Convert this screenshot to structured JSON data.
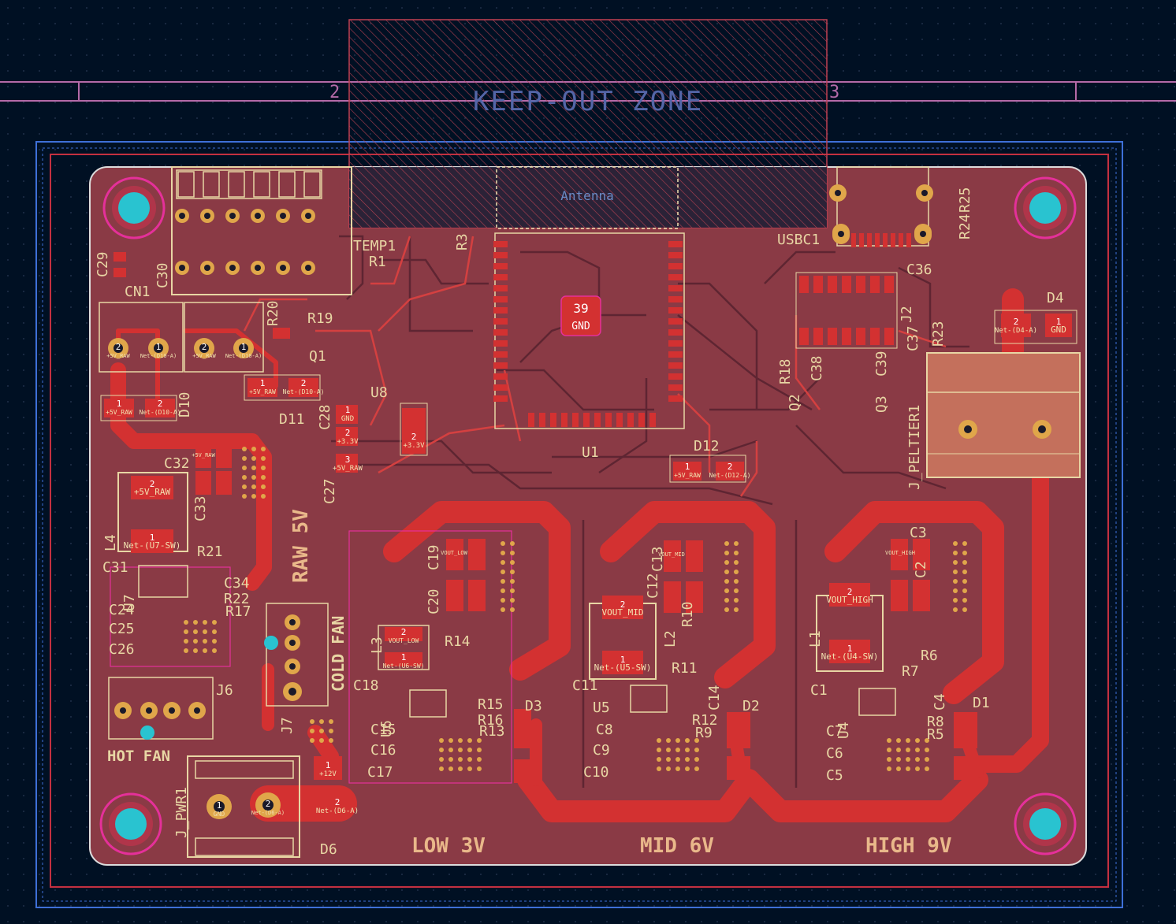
{
  "sheet": {
    "col_left": "2",
    "col_right": "3"
  },
  "keepout": {
    "label": "KEEP-OUT ZONE"
  },
  "antenna": {
    "label": "Antenna"
  },
  "esp_pad": {
    "num": "39",
    "net": "GND"
  },
  "colors": {
    "background": "#001023",
    "board_fill": "#8a3a45",
    "copper": "#cc3234",
    "silk": "#e8d6a4",
    "courtyard": "#e5309a",
    "edge": "#dcdcdc",
    "mounting_hole": "#29c3d0"
  },
  "refdes": [
    {
      "id": "TEMP1",
      "text": "TEMP1"
    },
    {
      "id": "R1",
      "text": "R1"
    },
    {
      "id": "R3",
      "text": "R3"
    },
    {
      "id": "CN1",
      "text": "CN1"
    },
    {
      "id": "C29",
      "text": "C29"
    },
    {
      "id": "C30",
      "text": "C30"
    },
    {
      "id": "R20",
      "text": "R20"
    },
    {
      "id": "R19",
      "text": "R19"
    },
    {
      "id": "Q1",
      "text": "Q1"
    },
    {
      "id": "D10",
      "text": "D10"
    },
    {
      "id": "D11",
      "text": "D11"
    },
    {
      "id": "C28",
      "text": "C28"
    },
    {
      "id": "U8",
      "text": "U8"
    },
    {
      "id": "C27",
      "text": "C27"
    },
    {
      "id": "U1",
      "text": "U1"
    },
    {
      "id": "D12",
      "text": "D12"
    },
    {
      "id": "USBC1",
      "text": "USBC1"
    },
    {
      "id": "R25",
      "text": "R25"
    },
    {
      "id": "R24",
      "text": "R24"
    },
    {
      "id": "C36",
      "text": "C36"
    },
    {
      "id": "J2",
      "text": "J2"
    },
    {
      "id": "C37",
      "text": "C37"
    },
    {
      "id": "R23",
      "text": "R23"
    },
    {
      "id": "D4",
      "text": "D4"
    },
    {
      "id": "R18",
      "text": "R18"
    },
    {
      "id": "C38",
      "text": "C38"
    },
    {
      "id": "C39",
      "text": "C39"
    },
    {
      "id": "Q2",
      "text": "Q2"
    },
    {
      "id": "Q3",
      "text": "Q3"
    },
    {
      "id": "J_PELTIER1",
      "text": "J_PELTIER1"
    },
    {
      "id": "C32",
      "text": "C32"
    },
    {
      "id": "C33",
      "text": "C33"
    },
    {
      "id": "L4",
      "text": "L4"
    },
    {
      "id": "R21",
      "text": "R21"
    },
    {
      "id": "C31",
      "text": "C31"
    },
    {
      "id": "U7",
      "text": "U7"
    },
    {
      "id": "C34",
      "text": "C34"
    },
    {
      "id": "R22",
      "text": "R22"
    },
    {
      "id": "R17",
      "text": "R17"
    },
    {
      "id": "C24",
      "text": "C24"
    },
    {
      "id": "C25",
      "text": "C25"
    },
    {
      "id": "C26",
      "text": "C26"
    },
    {
      "id": "J6",
      "text": "J6"
    },
    {
      "id": "J7",
      "text": "J7"
    },
    {
      "id": "C19",
      "text": "C19"
    },
    {
      "id": "C20",
      "text": "C20"
    },
    {
      "id": "L3",
      "text": "L3"
    },
    {
      "id": "R14",
      "text": "R14"
    },
    {
      "id": "C18",
      "text": "C18"
    },
    {
      "id": "U6",
      "text": "U6"
    },
    {
      "id": "C15",
      "text": "C15"
    },
    {
      "id": "C16",
      "text": "C16"
    },
    {
      "id": "C17",
      "text": "C17"
    },
    {
      "id": "R15",
      "text": "R15"
    },
    {
      "id": "R16",
      "text": "R16"
    },
    {
      "id": "R13",
      "text": "R13"
    },
    {
      "id": "D3",
      "text": "D3"
    },
    {
      "id": "C12",
      "text": "C12"
    },
    {
      "id": "C13",
      "text": "C13"
    },
    {
      "id": "L2",
      "text": "L2"
    },
    {
      "id": "R10",
      "text": "R10"
    },
    {
      "id": "R11",
      "text": "R11"
    },
    {
      "id": "C11",
      "text": "C11"
    },
    {
      "id": "U5",
      "text": "U5"
    },
    {
      "id": "C8",
      "text": "C8"
    },
    {
      "id": "C9",
      "text": "C9"
    },
    {
      "id": "C10",
      "text": "C10"
    },
    {
      "id": "C14",
      "text": "C14"
    },
    {
      "id": "R12",
      "text": "R12"
    },
    {
      "id": "R9",
      "text": "R9"
    },
    {
      "id": "D2",
      "text": "D2"
    },
    {
      "id": "C3",
      "text": "C3"
    },
    {
      "id": "C2",
      "text": "C2"
    },
    {
      "id": "L1",
      "text": "L1"
    },
    {
      "id": "R6",
      "text": "R6"
    },
    {
      "id": "R7",
      "text": "R7"
    },
    {
      "id": "C1",
      "text": "C1"
    },
    {
      "id": "U4",
      "text": "U4"
    },
    {
      "id": "C7",
      "text": "C7"
    },
    {
      "id": "C6",
      "text": "C6"
    },
    {
      "id": "C5",
      "text": "C5"
    },
    {
      "id": "C4",
      "text": "C4"
    },
    {
      "id": "R8",
      "text": "R8"
    },
    {
      "id": "R5",
      "text": "R5"
    },
    {
      "id": "D1",
      "text": "D1"
    },
    {
      "id": "J_PWR1",
      "text": "J_PWR1"
    },
    {
      "id": "D6",
      "text": "D6"
    }
  ],
  "board_text": {
    "raw_5v": "RAW 5V",
    "cold_fan": "COLD FAN",
    "hot_fan": "HOT FAN",
    "low_3v": "LOW 3V",
    "mid_6v": "MID 6V",
    "high_9v": "HIGH 9V"
  },
  "pads": [
    {
      "id": "d10_p2",
      "num": "2",
      "net": "+5V_RAW"
    },
    {
      "id": "d10_p1",
      "num": "1",
      "net": "Net-(D10-A)"
    },
    {
      "id": "d11_p2",
      "num": "2",
      "net": "+5V_RAW"
    },
    {
      "id": "d11_p1",
      "num": "1",
      "net": "Net-(D10-A)"
    },
    {
      "id": "d10_b1",
      "num": "1",
      "net": "+5V_RAW"
    },
    {
      "id": "d10_b2",
      "num": "2",
      "net": "Net-(D10-A)"
    },
    {
      "id": "d11_b1",
      "num": "1",
      "net": "+5V_RAW"
    },
    {
      "id": "d11_b2",
      "num": "2",
      "net": "Net-(D10-A)"
    },
    {
      "id": "u8_1",
      "num": "1",
      "net": "GND"
    },
    {
      "id": "u8_2",
      "num": "2",
      "net": "+3.3V"
    },
    {
      "id": "u8_3",
      "num": "3",
      "net": "+5V_RAW"
    },
    {
      "id": "u8_tab",
      "num": "2",
      "net": "+3.3V"
    },
    {
      "id": "l4_2",
      "num": "2",
      "net": "+5V_RAW"
    },
    {
      "id": "l4_1",
      "num": "1",
      "net": "Net-(U7-SW)"
    },
    {
      "id": "d12_1",
      "num": "1",
      "net": "+5V_RAW"
    },
    {
      "id": "d12_2",
      "num": "2",
      "net": "Net-(D12-A)"
    },
    {
      "id": "d4_2",
      "num": "2",
      "net": "Net-(D4-A)"
    },
    {
      "id": "d4_1",
      "num": "1",
      "net": "GND"
    },
    {
      "id": "l3_2",
      "num": "2",
      "net": "VOUT_LOW"
    },
    {
      "id": "l3_1",
      "num": "1",
      "net": "Net-(U6-SW)"
    },
    {
      "id": "l2_2",
      "num": "2",
      "net": "VOUT_MID"
    },
    {
      "id": "l2_1",
      "num": "1",
      "net": "Net-(U5-SW)"
    },
    {
      "id": "l1_2",
      "num": "2",
      "net": "VOUT_HIGH"
    },
    {
      "id": "l1_1",
      "num": "1",
      "net": "Net-(U4-SW)"
    },
    {
      "id": "d6_1",
      "num": "1",
      "net": "+12V"
    },
    {
      "id": "d6_2",
      "num": "2",
      "net": "Net-(D6-A)"
    },
    {
      "id": "pwr_1",
      "num": "1",
      "net": "GND"
    },
    {
      "id": "pwr_2",
      "num": "2",
      "net": "Net-(D6-A)"
    },
    {
      "id": "c32_net",
      "num": "",
      "net": "+5V_RAW"
    },
    {
      "id": "c19_net",
      "num": "",
      "net": "VOUT_LOW"
    },
    {
      "id": "c13_net",
      "num": "",
      "net": "VOUT_MID"
    },
    {
      "id": "c2_net",
      "num": "",
      "net": "VOUT_HIGH"
    }
  ]
}
